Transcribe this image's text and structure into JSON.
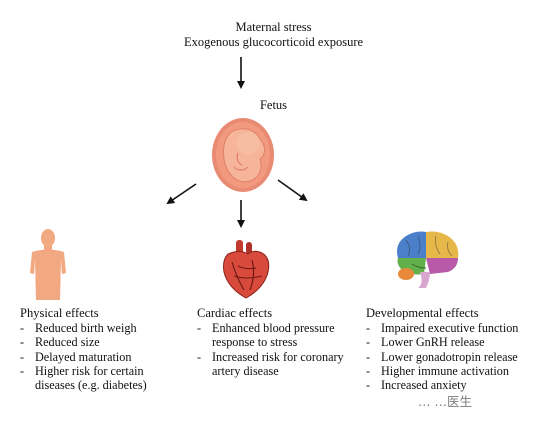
{
  "top": {
    "line1": "Maternal stress",
    "line2": "Exogenous glucocorticoid exposure"
  },
  "fetus": {
    "label": "Fetus"
  },
  "columns": [
    {
      "title": "Physical effects",
      "icon": "human-silhouette-icon",
      "items": [
        "Reduced birth weigh",
        "Reduced size",
        "Delayed maturation",
        "Higher risk for certain diseases (e.g. diabetes)"
      ]
    },
    {
      "title": "Cardiac effects",
      "icon": "heart-icon",
      "items": [
        "Enhanced blood pressure response to stress",
        "Increased risk for coronary artery disease"
      ]
    },
    {
      "title": "Developmental effects",
      "icon": "brain-icon",
      "items": [
        "Impaired executive function",
        "Lower GnRH release",
        "Lower gonadotropin release",
        "Higher immune activation",
        "Increased anxiety"
      ]
    }
  ],
  "watermark": "… …医生",
  "colors": {
    "skin": "#f2a982",
    "uterus": "#e98a73",
    "fetus": "#f6b59a",
    "heart": "#d84a3c",
    "arrow": "#111111"
  }
}
